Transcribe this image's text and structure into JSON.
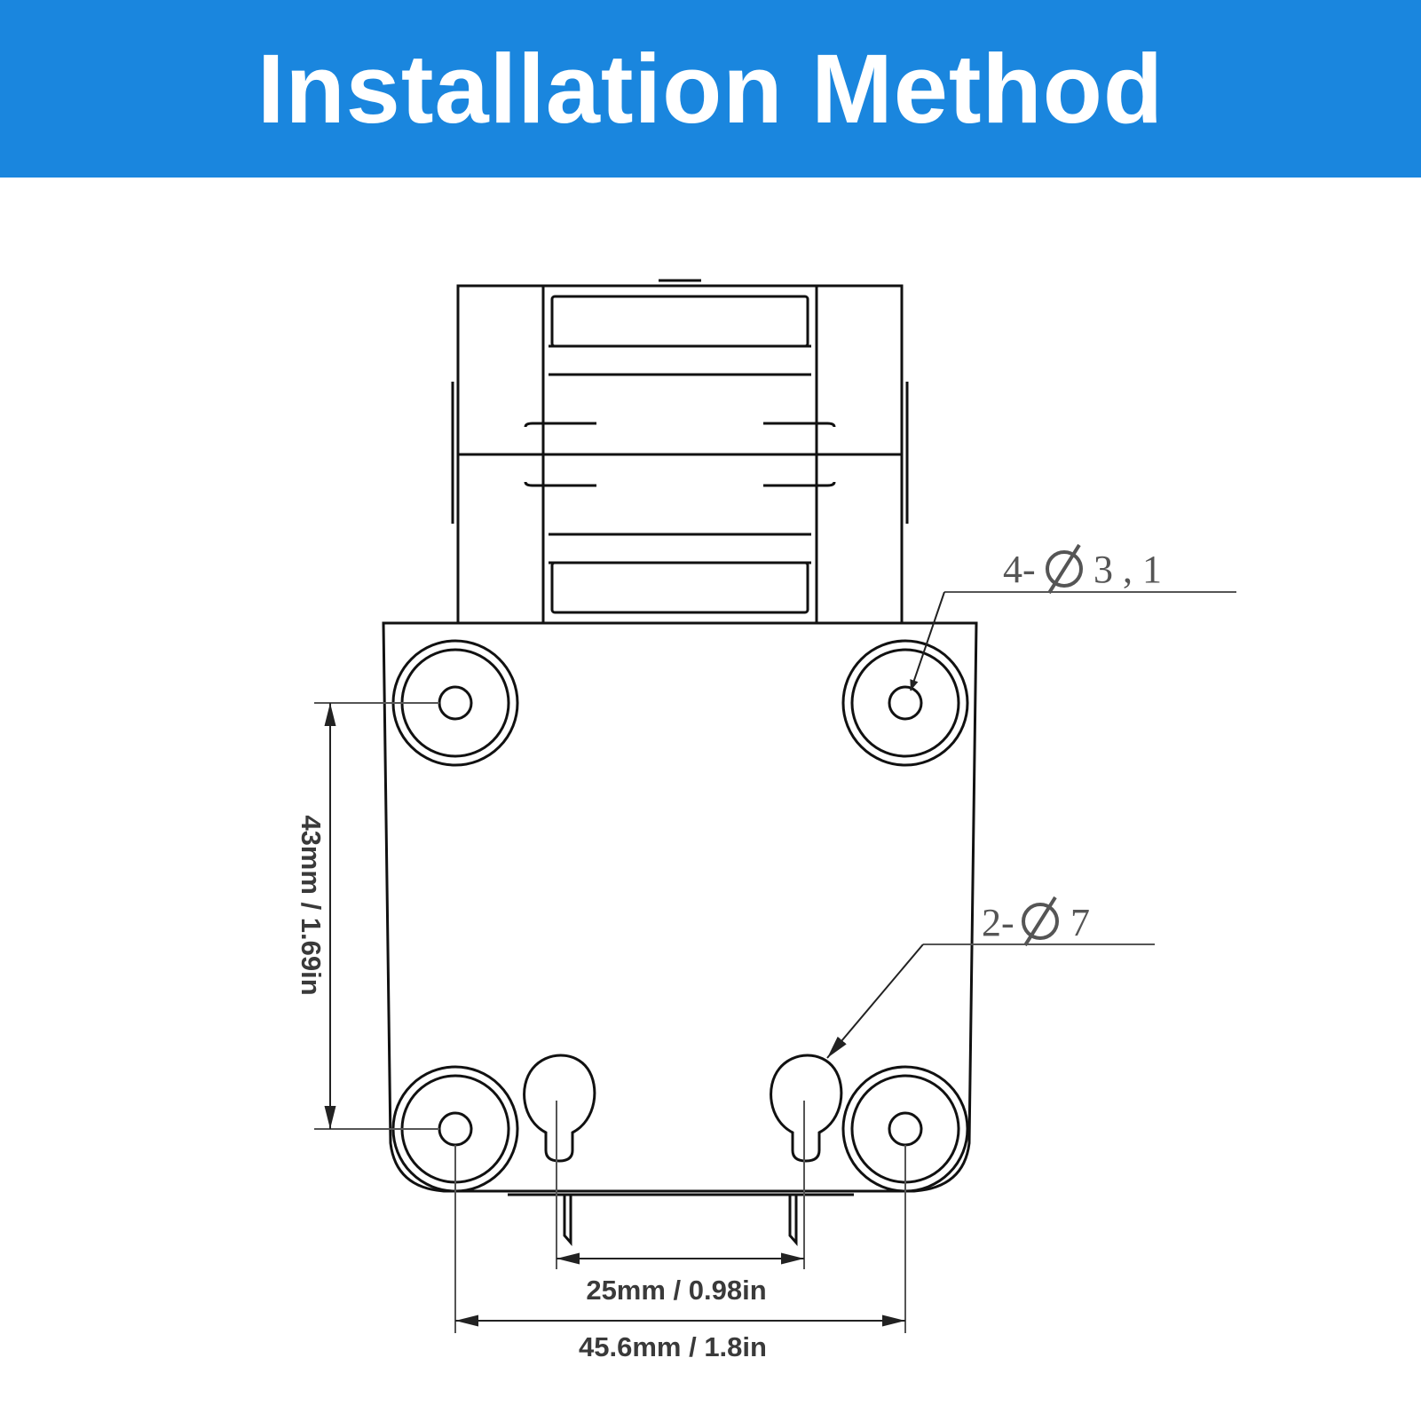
{
  "header": {
    "title": "Installation Method"
  },
  "colors": {
    "header_bg": "#1a86de",
    "line": "#111111",
    "dim": "#555555"
  },
  "callouts": {
    "mount_holes": {
      "count": "4-",
      "diameter": "3 , 1"
    },
    "keyhole_slots": {
      "count": "2-",
      "diameter": "7"
    }
  },
  "dimensions": {
    "vertical": "43mm / 1.69in",
    "inner_width": "25mm / 0.98in",
    "outer_width": "45.6mm / 1.8in"
  }
}
